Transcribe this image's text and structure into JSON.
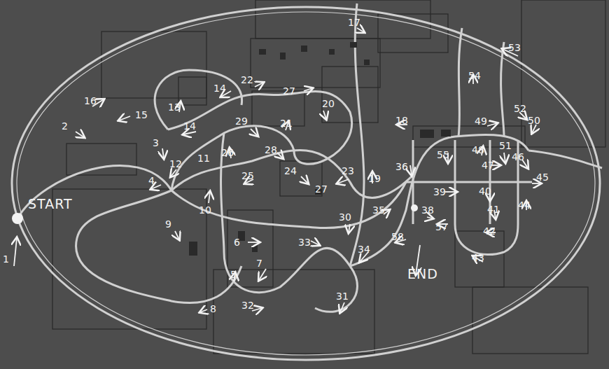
{
  "diagram": {
    "labels": [
      "START",
      "1",
      "2",
      "16",
      "15",
      "3",
      "13",
      "14",
      "14",
      "12",
      "4",
      "11",
      "9",
      "10",
      "22",
      "27",
      "20",
      "29",
      "26",
      "25",
      "28",
      "21",
      "24",
      "27",
      "23",
      "19",
      "30",
      "33",
      "6",
      "7",
      "5",
      "32",
      "8",
      "31",
      "34",
      "35",
      "58",
      "18",
      "36",
      "END",
      "38",
      "57",
      "39",
      "55",
      "48",
      "49",
      "47",
      "40",
      "41",
      "42",
      "43",
      "44",
      "45",
      "46",
      "50",
      "52",
      "51",
      "53",
      "54",
      "17"
    ]
  }
}
